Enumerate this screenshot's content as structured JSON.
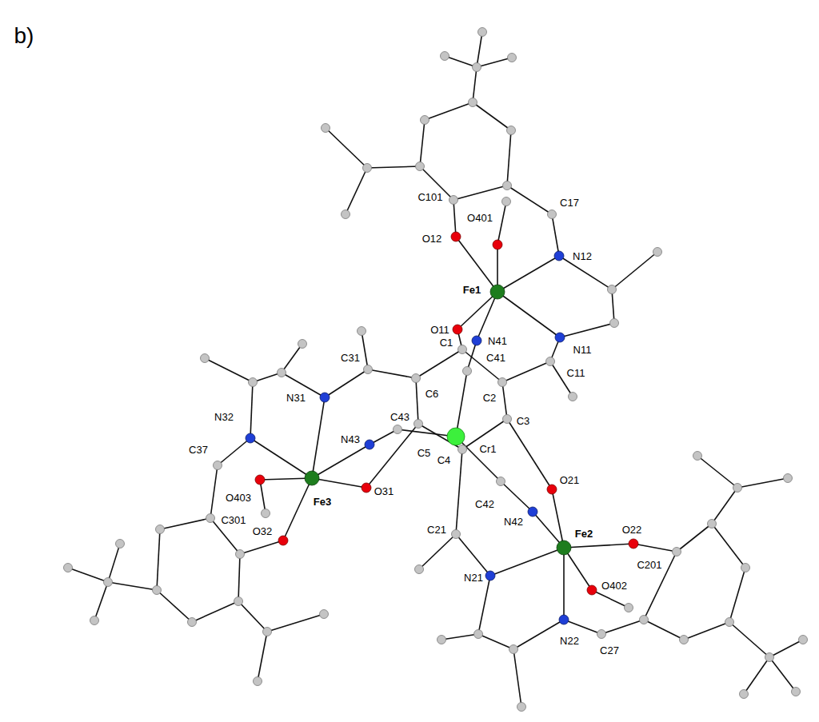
{
  "diagram": {
    "labels": [
      "b)",
      "C101",
      "C17",
      "O401",
      "O12",
      "N12",
      "Fe1",
      "O11",
      "N11",
      "N41",
      "C1",
      "C31",
      "C41",
      "C11",
      "C6",
      "C2",
      "N31",
      "N32",
      "C43",
      "C3",
      "N43",
      "Cr1",
      "C37",
      "C5",
      "C4",
      "O21",
      "O31",
      "O403",
      "Fe3",
      "C42",
      "C301",
      "N42",
      "C21",
      "O32",
      "O22",
      "Fe2",
      "C201",
      "N21",
      "O402",
      "N22",
      "C27"
    ]
  }
}
